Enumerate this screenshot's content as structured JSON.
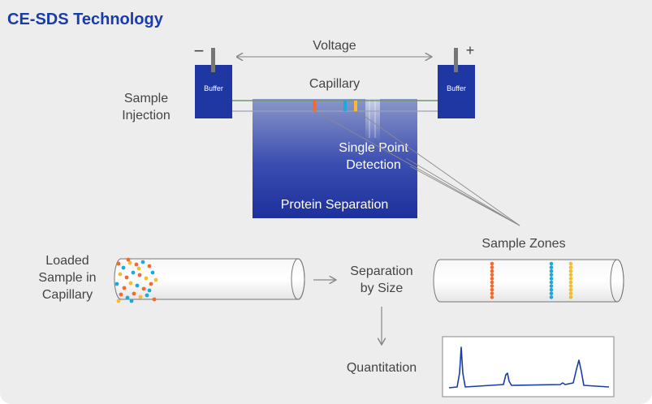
{
  "title": "CE-SDS Technology",
  "labels": {
    "voltage": "Voltage",
    "capillary": "Capillary",
    "sample_injection_1": "Sample",
    "sample_injection_2": "Injection",
    "buffer_left": "Buffer",
    "buffer_right": "Buffer",
    "minus": "−",
    "plus": "+",
    "detection_1": "Single Point",
    "detection_2": "Detection",
    "protein_separation": "Protein Separation",
    "sample_zones": "Sample Zones",
    "loaded_1": "Loaded",
    "loaded_2": "Sample in",
    "loaded_3": "Capillary",
    "separation_1": "Separation",
    "separation_2": "by Size",
    "quantitation": "Quantitation"
  },
  "colors": {
    "brand_blue": "#1a3caa",
    "buffer_blue": "#1f37a2",
    "orange": "#f26a2e",
    "cyan": "#1ea8dd",
    "yellow": "#f7bb30",
    "trace": "#1a3caa"
  }
}
